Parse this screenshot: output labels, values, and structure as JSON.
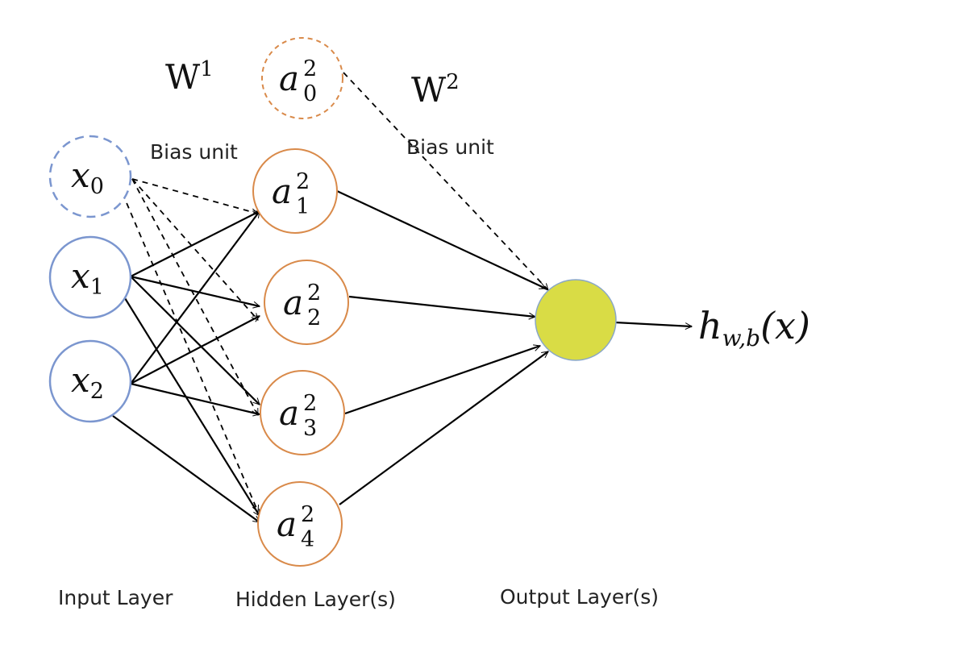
{
  "weights": {
    "w1_base": "W",
    "w1_sup": "1",
    "w2_base": "W",
    "w2_sup": "2"
  },
  "bias_labels": {
    "input": "Bias unit",
    "hidden": "Bias unit"
  },
  "input_nodes": [
    {
      "base": "x",
      "sub": "0"
    },
    {
      "base": "x",
      "sub": "1"
    },
    {
      "base": "x",
      "sub": "2"
    }
  ],
  "hidden_bias": {
    "base": "a",
    "sub": "0",
    "sup": "2"
  },
  "hidden_nodes": [
    {
      "base": "a",
      "sub": "1",
      "sup": "2"
    },
    {
      "base": "a",
      "sub": "2",
      "sup": "2"
    },
    {
      "base": "a",
      "sub": "3",
      "sup": "2"
    },
    {
      "base": "a",
      "sub": "4",
      "sup": "2"
    }
  ],
  "output": {
    "base": "h",
    "sub": "w,b",
    "arg": "(x)"
  },
  "layer_labels": {
    "input": "Input Layer",
    "hidden": "Hidden Layer(s)",
    "output": "Output Layer(s)"
  },
  "colors": {
    "input_stroke": "#7b96cf",
    "hidden_stroke": "#d98a4a",
    "output_fill": "#d9dc45",
    "output_stroke": "#8aa7c7",
    "edge": "#000000"
  }
}
